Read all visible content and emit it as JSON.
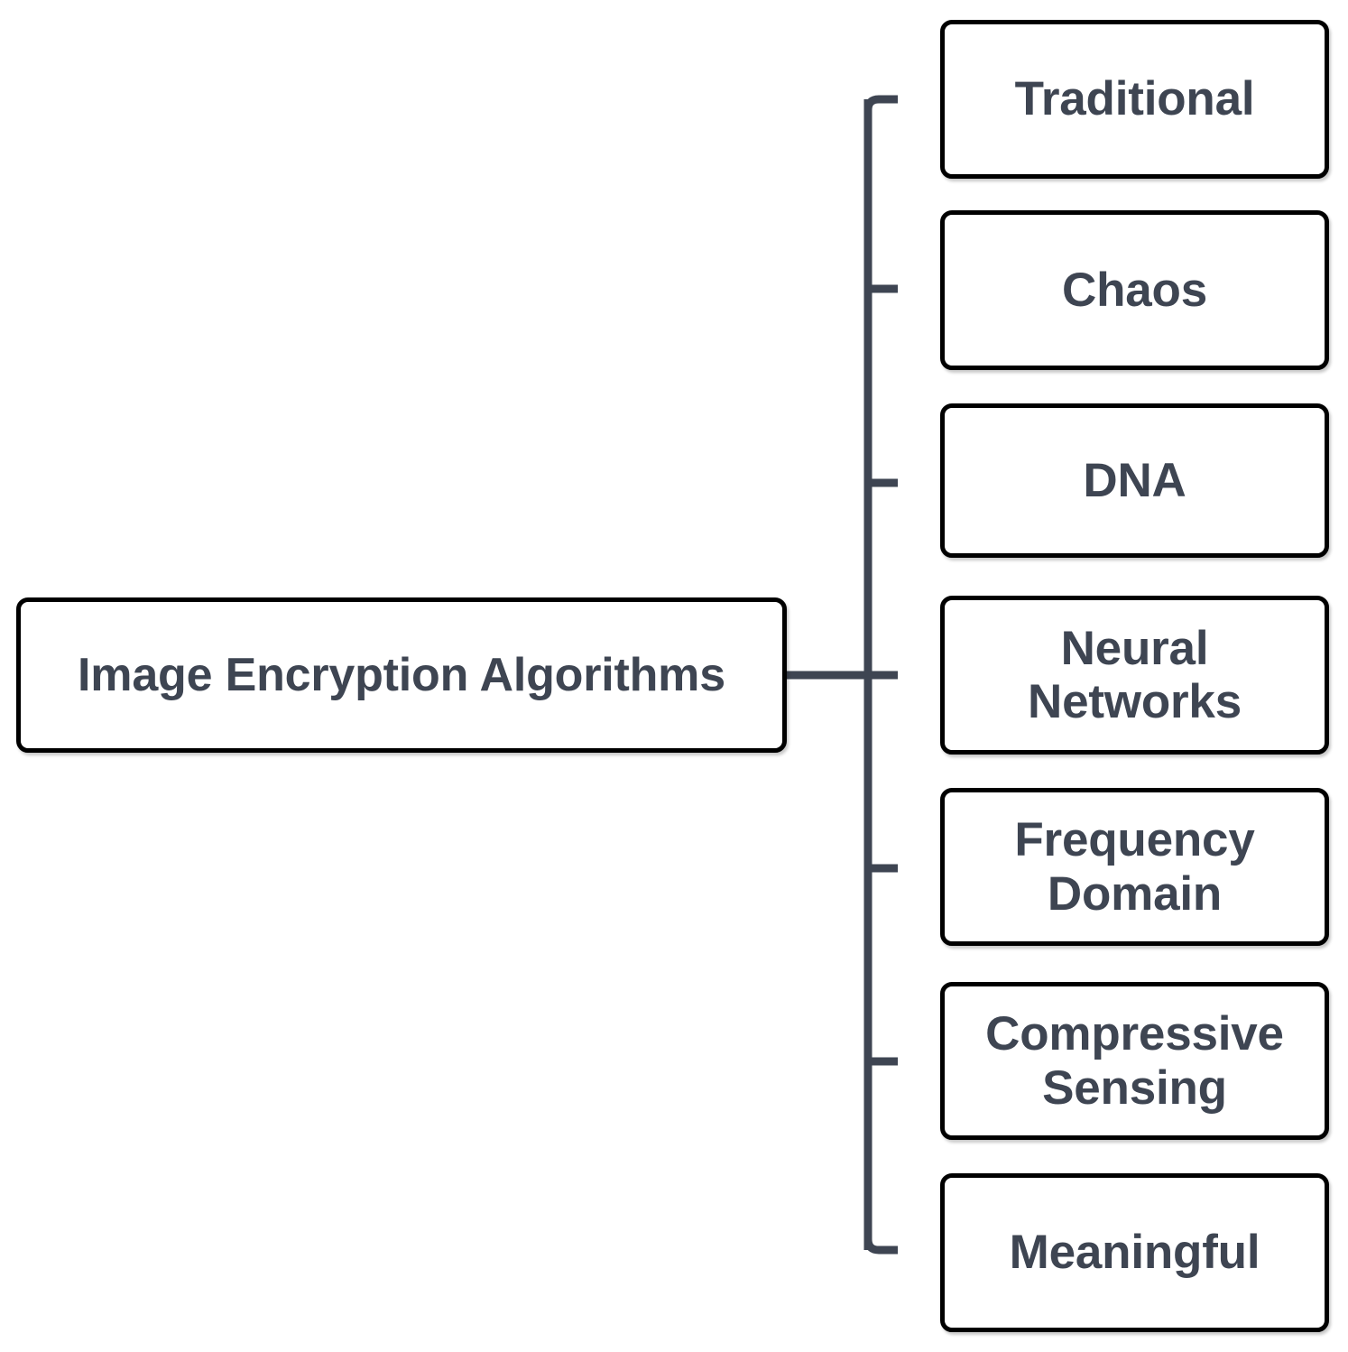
{
  "diagram": {
    "type": "tree-hierarchy",
    "orientation": "left-to-right",
    "title_node": "Image Encryption Algorithms",
    "colors": {
      "background": "#ffffff",
      "node_fill": "#ffffff",
      "node_border": "#000000",
      "text": "#3e4552",
      "connector": "#3e4552"
    },
    "root": {
      "label": "Image Encryption Algorithms"
    },
    "children": [
      {
        "label": "Traditional"
      },
      {
        "label": "Chaos"
      },
      {
        "label": "DNA"
      },
      {
        "label": "Neural\nNetworks"
      },
      {
        "label": "Frequency\nDomain"
      },
      {
        "label": "Compressive\nSensing"
      },
      {
        "label": "Meaningful"
      }
    ]
  }
}
